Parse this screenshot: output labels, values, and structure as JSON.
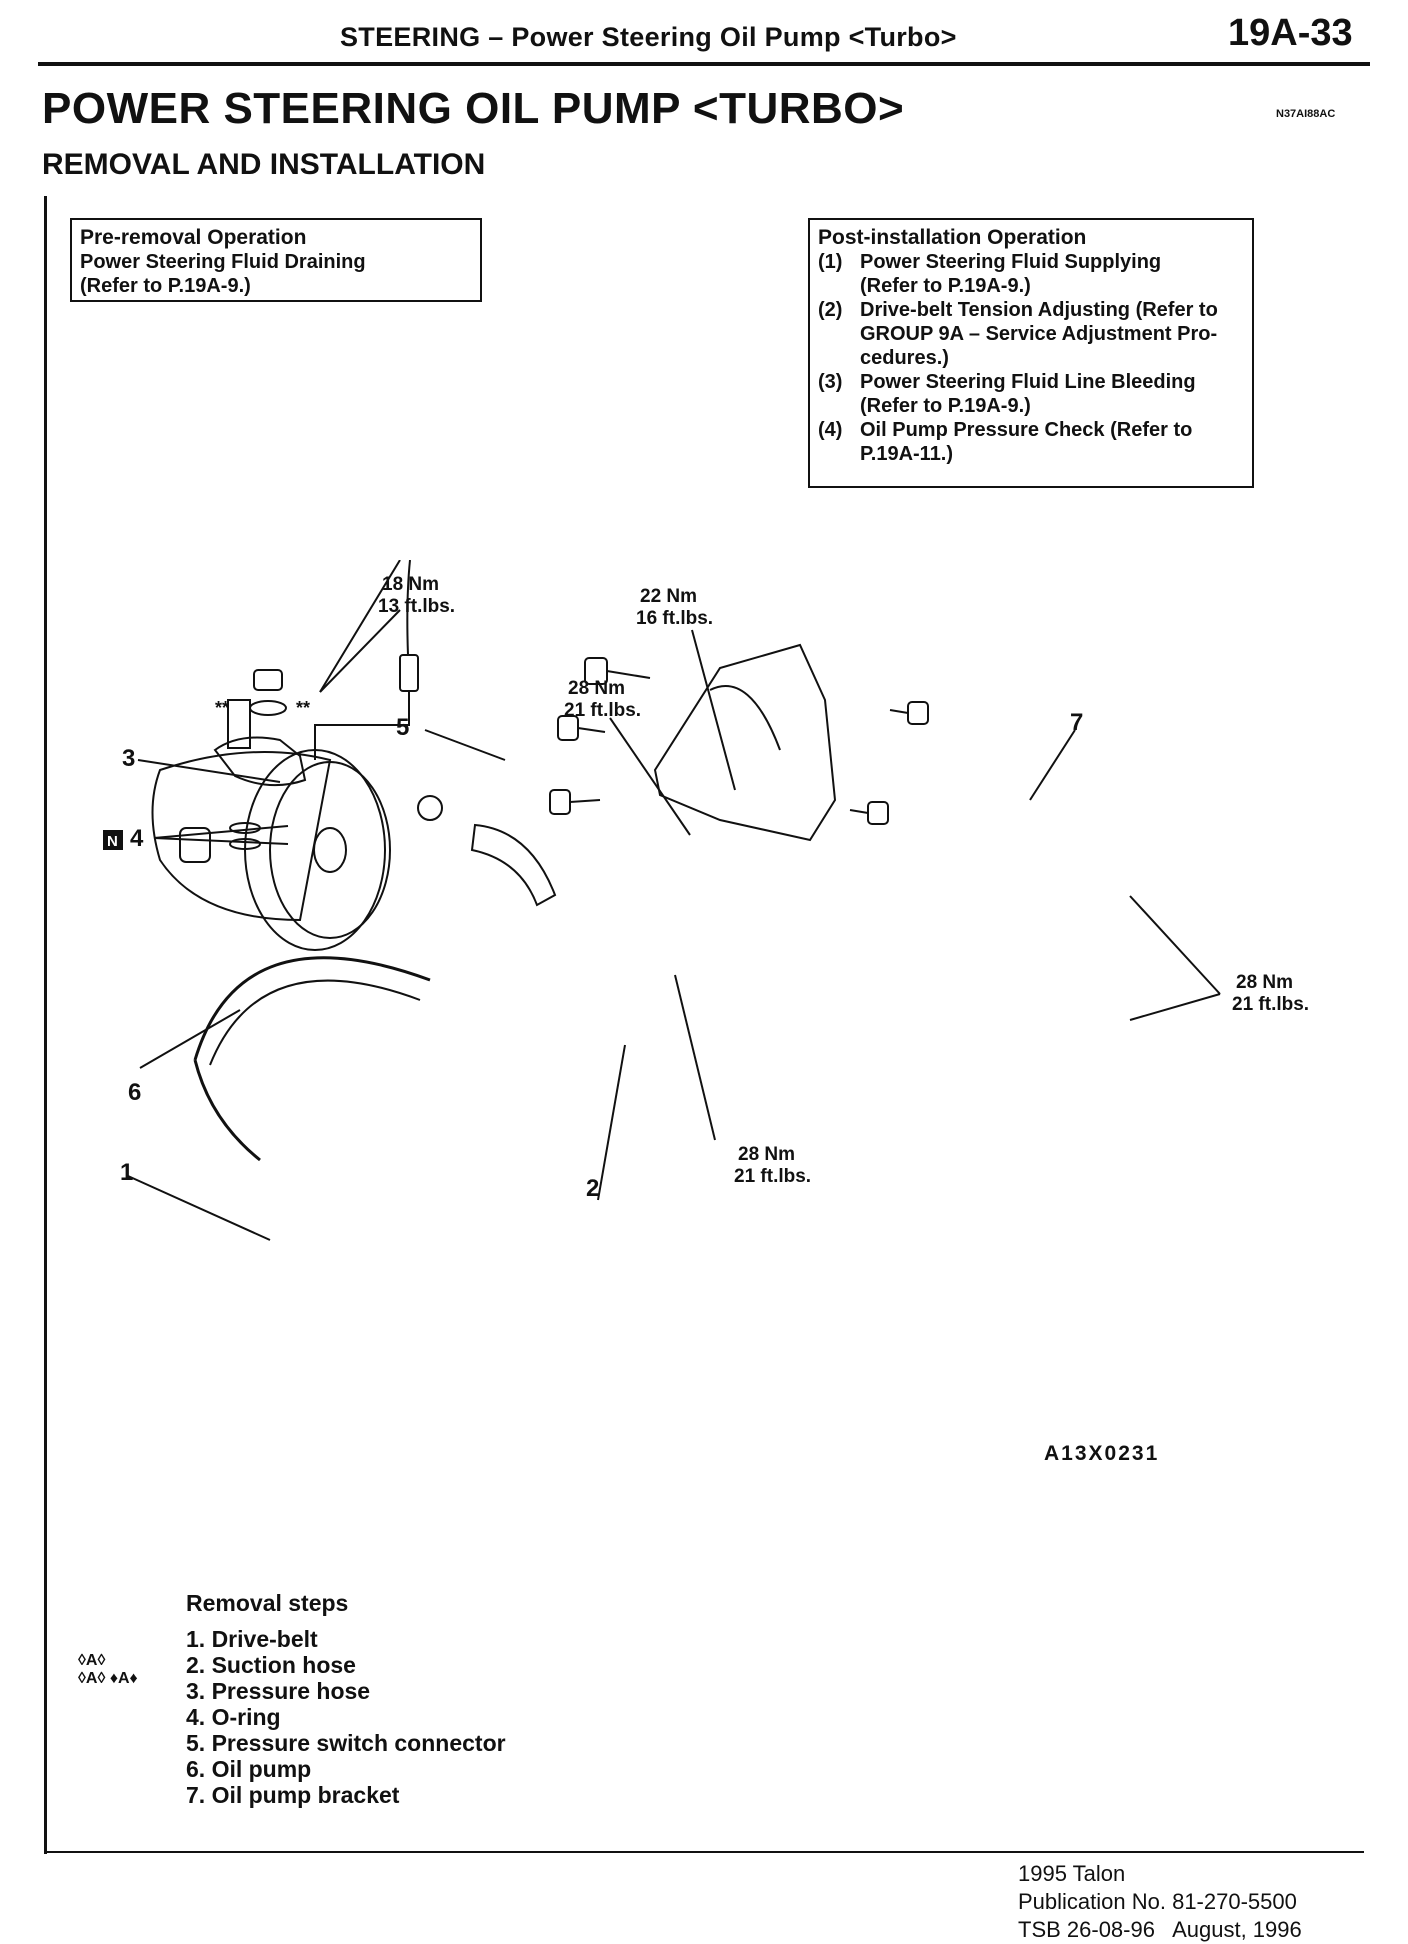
{
  "header": {
    "title": "STEERING – Power Steering Oil Pump <Turbo>",
    "page_number": "19A-33"
  },
  "title": "POWER STEERING OIL PUMP <TURBO>",
  "doc_code": "N37AI88AC",
  "subtitle": "REMOVAL AND INSTALLATION",
  "pre_removal": {
    "heading": "Pre-removal Operation",
    "lines": [
      "Power Steering Fluid Draining",
      "(Refer to P.19A-9.)"
    ]
  },
  "post_installation": {
    "heading": "Post-installation Operation",
    "items": [
      {
        "num": "(1)",
        "lines": [
          "Power Steering Fluid Supplying",
          "(Refer to P.19A-9.)"
        ]
      },
      {
        "num": "(2)",
        "lines": [
          "Drive-belt Tension Adjusting (Refer to",
          "GROUP 9A – Service Adjustment Pro-",
          "cedures.)"
        ]
      },
      {
        "num": "(3)",
        "lines": [
          "Power Steering Fluid Line Bleeding",
          "(Refer to P.19A-9.)"
        ]
      },
      {
        "num": "(4)",
        "lines": [
          "Oil Pump Pressure Check (Refer to",
          "P.19A-11.)"
        ]
      }
    ]
  },
  "diagram": {
    "torque": {
      "t1": [
        "18 Nm",
        "13 ft.lbs."
      ],
      "t2": [
        "22 Nm",
        "16 ft.lbs."
      ],
      "t3": [
        "28 Nm",
        "21 ft.lbs."
      ],
      "t4": [
        "28 Nm",
        "21 ft.lbs."
      ],
      "t5": [
        "28 Nm",
        "21 ft.lbs."
      ]
    },
    "callouts": [
      "1",
      "2",
      "3",
      "4",
      "5",
      "6",
      "7"
    ],
    "stars": "**",
    "n_mark": "N"
  },
  "figure_code": "A13X0231",
  "removal_steps": {
    "heading": "Removal steps",
    "items": [
      "1. Drive-belt",
      "2. Suction hose",
      "3. Pressure hose",
      "4. O-ring",
      "5. Pressure switch connector",
      "6. Oil pump",
      "7. Oil pump bracket"
    ],
    "marks": [
      "◊A◊",
      "◊A◊ ♦A♦"
    ]
  },
  "footer": {
    "model": "1995 Talon",
    "publication": "Publication No. 81-270-5500",
    "tsb": "TSB 26-08-96   August, 1996"
  }
}
